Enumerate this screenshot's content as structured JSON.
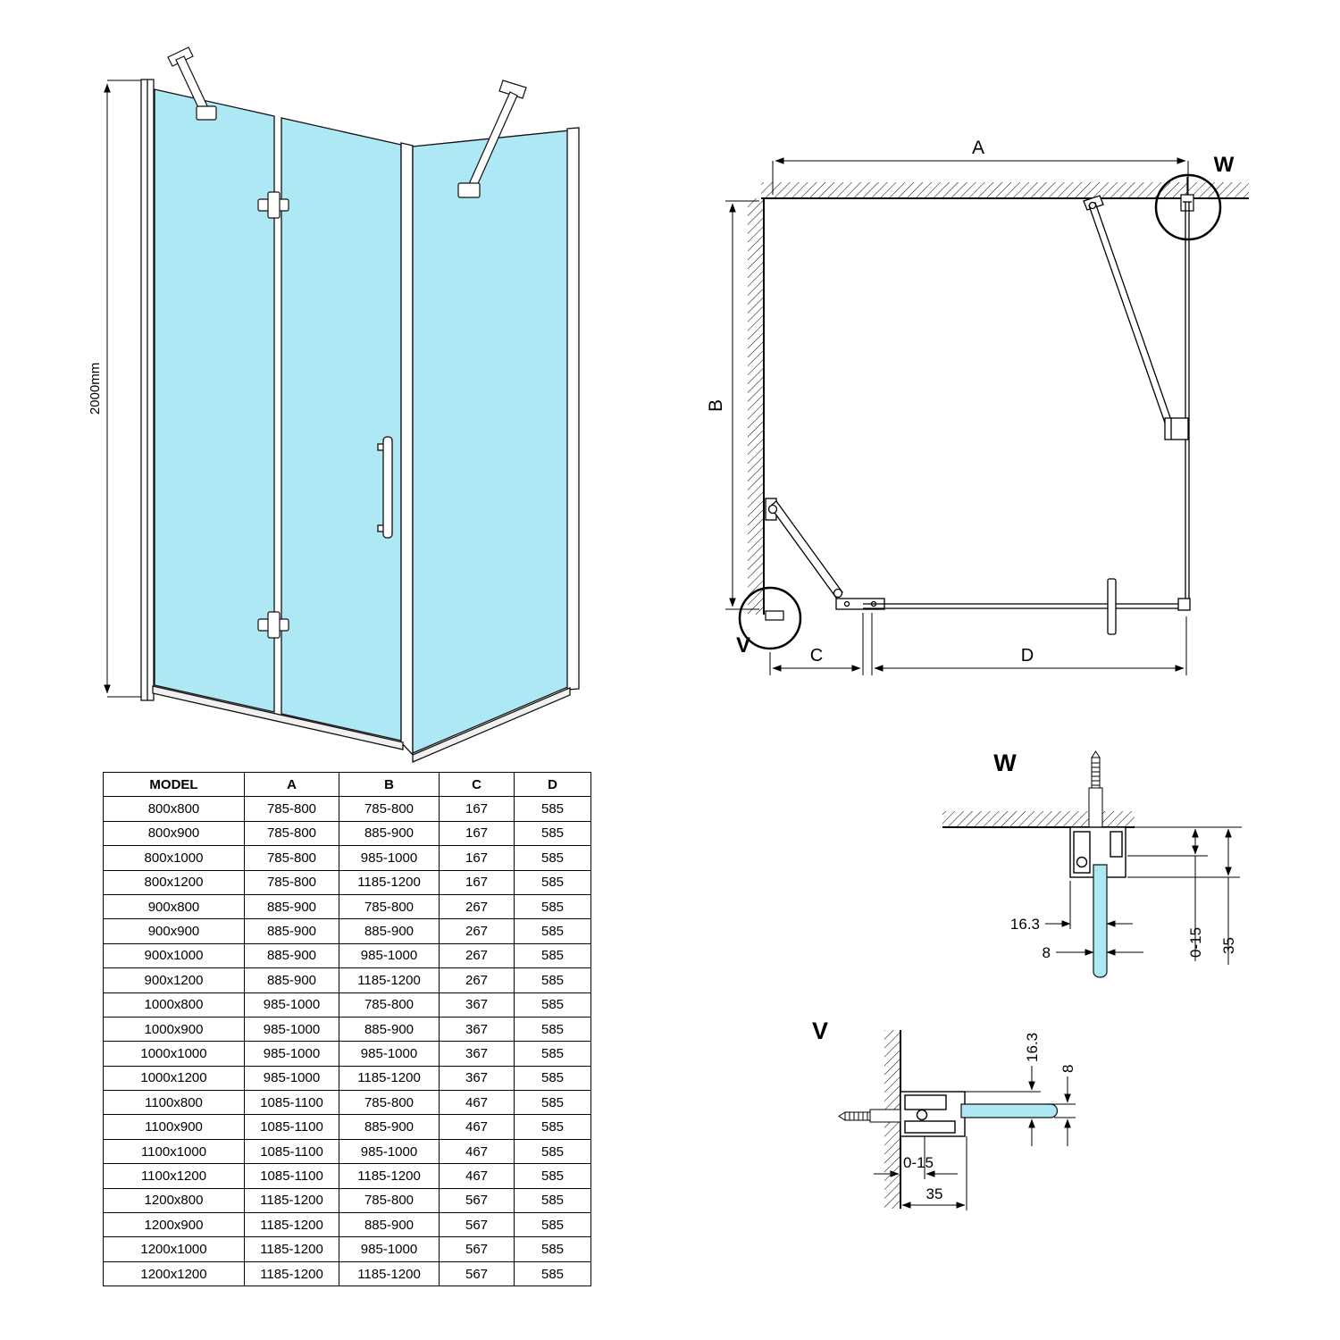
{
  "iso_view": {
    "height_label": "2000mm"
  },
  "plan_view": {
    "labels": {
      "a": "A",
      "b": "B",
      "c": "C",
      "d": "D",
      "w": "W",
      "v": "V"
    }
  },
  "detail_w": {
    "title": "W",
    "dims": {
      "glass_offset": "16.3",
      "glass_thickness": "8",
      "adjust": "0-15",
      "profile": "35"
    }
  },
  "detail_v": {
    "title": "V",
    "dims": {
      "glass_offset": "16.3",
      "glass_thickness": "8",
      "adjust": "0-15",
      "profile": "35"
    }
  },
  "table": {
    "headers": [
      "MODEL",
      "A",
      "B",
      "C",
      "D"
    ],
    "rows": [
      [
        "800x800",
        "785-800",
        "785-800",
        "167",
        "585"
      ],
      [
        "800x900",
        "785-800",
        "885-900",
        "167",
        "585"
      ],
      [
        "800x1000",
        "785-800",
        "985-1000",
        "167",
        "585"
      ],
      [
        "800x1200",
        "785-800",
        "1185-1200",
        "167",
        "585"
      ],
      [
        "900x800",
        "885-900",
        "785-800",
        "267",
        "585"
      ],
      [
        "900x900",
        "885-900",
        "885-900",
        "267",
        "585"
      ],
      [
        "900x1000",
        "885-900",
        "985-1000",
        "267",
        "585"
      ],
      [
        "900x1200",
        "885-900",
        "1185-1200",
        "267",
        "585"
      ],
      [
        "1000x800",
        "985-1000",
        "785-800",
        "367",
        "585"
      ],
      [
        "1000x900",
        "985-1000",
        "885-900",
        "367",
        "585"
      ],
      [
        "1000x1000",
        "985-1000",
        "985-1000",
        "367",
        "585"
      ],
      [
        "1000x1200",
        "985-1000",
        "1185-1200",
        "367",
        "585"
      ],
      [
        "1100x800",
        "1085-1100",
        "785-800",
        "467",
        "585"
      ],
      [
        "1100x900",
        "1085-1100",
        "885-900",
        "467",
        "585"
      ],
      [
        "1100x1000",
        "1085-1100",
        "985-1000",
        "467",
        "585"
      ],
      [
        "1100x1200",
        "1085-1100",
        "1185-1200",
        "467",
        "585"
      ],
      [
        "1200x800",
        "1185-1200",
        "785-800",
        "567",
        "585"
      ],
      [
        "1200x900",
        "1185-1200",
        "885-900",
        "567",
        "585"
      ],
      [
        "1200x1000",
        "1185-1200",
        "985-1000",
        "567",
        "585"
      ],
      [
        "1200x1200",
        "1185-1200",
        "1185-1200",
        "567",
        "585"
      ]
    ]
  },
  "colors": {
    "glass": "#aee8f4",
    "line": "#000000"
  }
}
